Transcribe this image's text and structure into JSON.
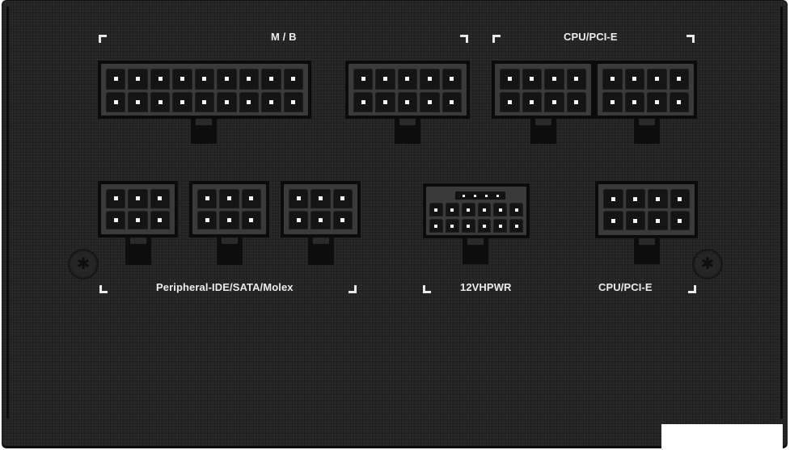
{
  "panel": {
    "description": "Power supply modular connector back panel",
    "background_color": "#232323",
    "pin_color": "#f4f4f4",
    "label_color": "#ececec"
  },
  "labels": {
    "mb": "M / B",
    "cpu_pcie_top": "CPU/PCI-E",
    "peripheral": "Peripheral-IDE/SATA/Molex",
    "hpwr": "12VHPWR",
    "cpu_pcie_bottom": "CPU/PCI-E"
  },
  "icons": {
    "screw": "✱"
  },
  "connectors": [
    {
      "name": "mb-18pin",
      "group": "M / B",
      "cols": 9,
      "rows": 2
    },
    {
      "name": "mb-10pin",
      "group": "M / B",
      "cols": 5,
      "rows": 2
    },
    {
      "name": "cpu-pcie-8pin-1",
      "group": "CPU/PCI-E",
      "cols": 4,
      "rows": 2
    },
    {
      "name": "cpu-pcie-8pin-2",
      "group": "CPU/PCI-E",
      "cols": 4,
      "rows": 2
    },
    {
      "name": "peripheral-6pin-1",
      "group": "Peripheral-IDE/SATA/Molex",
      "cols": 3,
      "rows": 2
    },
    {
      "name": "peripheral-6pin-2",
      "group": "Peripheral-IDE/SATA/Molex",
      "cols": 3,
      "rows": 2
    },
    {
      "name": "peripheral-6pin-3",
      "group": "Peripheral-IDE/SATA/Molex",
      "cols": 3,
      "rows": 2
    },
    {
      "name": "12vhpwr-12plus4pin",
      "group": "12VHPWR",
      "cols": 6,
      "rows": 2,
      "sense_pins": 4
    },
    {
      "name": "cpu-pcie-8pin-3",
      "group": "CPU/PCI-E",
      "cols": 4,
      "rows": 2
    }
  ]
}
